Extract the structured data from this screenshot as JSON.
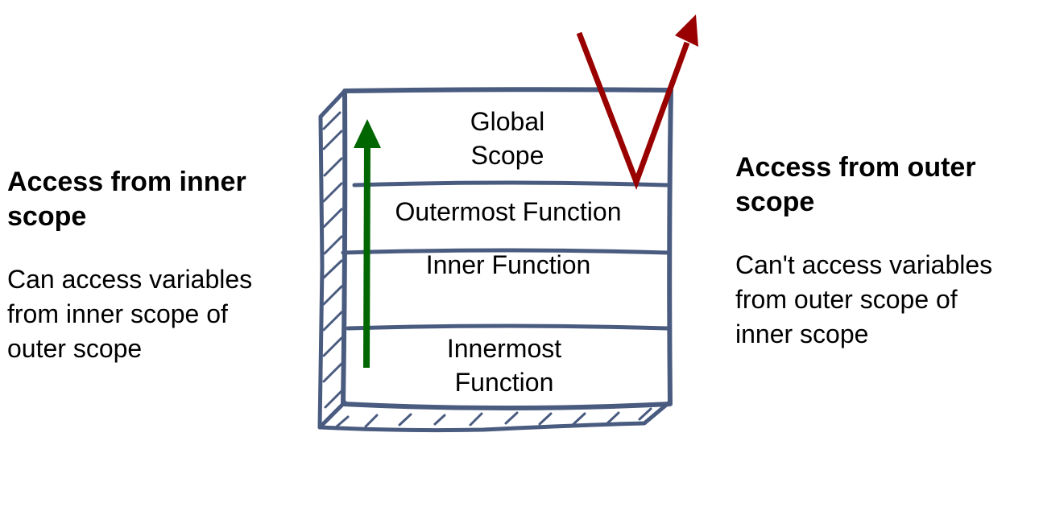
{
  "left_panel": {
    "title": "Access from inner scope",
    "body": "Can access variables from inner scope of outer scope"
  },
  "right_panel": {
    "title": "Access from outer scope",
    "body": "Can't access variables from outer scope of inner scope"
  },
  "layers": [
    {
      "label": "Global Scope"
    },
    {
      "label": "Outermost Function"
    },
    {
      "label": "Inner Function"
    },
    {
      "label": "Innermost Function"
    }
  ],
  "colors": {
    "box_stroke": "#4a5b80",
    "inner_arrow": "#006600",
    "outer_arrow": "#990000"
  }
}
